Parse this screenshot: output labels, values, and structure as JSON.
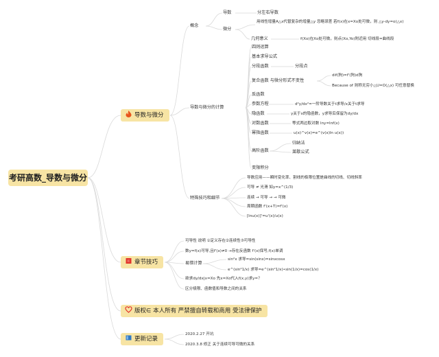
{
  "root": "考研高数_导数与微分",
  "b1": {
    "label": "导数与微分",
    "icon": "fire-icon",
    "gainian": "概念",
    "daoshu": "导数",
    "daoshu_d": "分左右导数",
    "weifen": "微分",
    "weifen_d": "用线性增量A△x代替复杂的增量△y  忽略误差 若f(x)在x=Xo处可微，则 △y-dy=o(△x)",
    "jihe": "几何意义",
    "jihe_d": "f(Xo)在Xo处可微，则点(Xo,Yo)附近用 切线段=曲线段",
    "jisuan": "导数与微分的计算",
    "c1": "四则运算",
    "c2": "基本求导公式",
    "c3": "分段函数",
    "c3d": "分段点",
    "c4": "复合函数 与微分形式不变性",
    "c4a": "dif(狗)=f'(狗)d狗",
    "c4b": "Because of 则称无穷小△U=O(△x) 可任意替换",
    "c5": "反函数",
    "c6": "参数方程",
    "c6d": "d²y/dx²=一阶导数关于t求导/x关于t求导",
    "c7": "隐函数",
    "c7d": "y关于x的隐函数，y求导后保留为dy/dx",
    "c8": "对数函数",
    "c8d": "等式两边取对数  lny=lnf(x)",
    "c9": "幂指函数",
    "c9d": "u(x)^v(x)=e^(v(x)ln u(x))",
    "c10": "高阶函数",
    "c10a": "归纳法",
    "c10b": "莱歇公式",
    "c11": "变限积分",
    "jiqiao": "特殊技巧和细节",
    "j1": "导数应用——瞬时变化率、割线的极限位置是曲线的切线、切线斜率",
    "j2": "可导 ≠ 光滑   如y=x^(1/3)",
    "j3": "连续 → 可导 → → 可微",
    "j4": "周期函数 f'(x+T)=f'(x)",
    "j5": "[lnu(x)]'=u'(x)/u(x)"
  },
  "b2": {
    "label": "章节技巧",
    "icon": "flag-icon",
    "s1": "可导性 说明 ①定义存在②连续性③可导性",
    "s2": "数y=f(x)可导,且f'(x)≠0  →存在反函数 f'(x)保号,f(x)单调",
    "s3": "易错计算",
    "s3a": "sin²x 求导=sin(sinx)=sinxcosx",
    "s3b": "e^(sin²1/x) 求导=e^(sin²1/x)•sin(1/x)=cos(1/x)",
    "s4": "欲求dy/dx|x=Xo  先x=Xo代入f(x,y)求y=？",
    "s5": "区分极限、函数值和导数之间的关系"
  },
  "b3": {
    "label": "版权∈ 本人所有 严禁擅自转载和商用 受法律保护",
    "icon": "heart-icon"
  },
  "b4": {
    "label": "更新记录",
    "icon": "book-icon",
    "u1": "2020.2.27 开坑",
    "u2": "2020.3.8 修正 关于连续可导可微的关系"
  },
  "colors": {
    "branch_bg": "#f7e4a4",
    "line": "#d9d9d9",
    "text": "#333333",
    "fire": "#e8541c",
    "flag": "#e2342a",
    "heart": "#e2342a",
    "book": "#2f78c4"
  }
}
